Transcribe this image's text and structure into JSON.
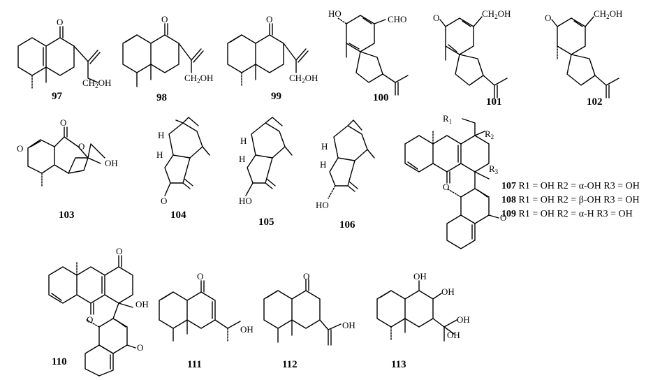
{
  "compounds": [
    {
      "number": "97"
    },
    {
      "number": "98"
    },
    {
      "number": "99"
    },
    {
      "number": "100"
    },
    {
      "number": "101"
    },
    {
      "number": "102"
    },
    {
      "number": "103"
    },
    {
      "number": "104"
    },
    {
      "number": "105"
    },
    {
      "number": "106"
    },
    {
      "number": "110"
    },
    {
      "number": "111"
    },
    {
      "number": "112"
    },
    {
      "number": "113"
    }
  ],
  "atom_labels": {
    "O": "O",
    "OH": "OH",
    "HO": "HO",
    "CH2": "CH",
    "two": "2",
    "CHO": "CHO",
    "H": "H",
    "R1": "R",
    "R2": "R",
    "R3": "R",
    "sub1": "1",
    "sub2": "2",
    "sub3": "3"
  },
  "legend": [
    {
      "number": "107",
      "text": "R1 = OH R2 = α-OH R3 = OH"
    },
    {
      "number": "108",
      "text": "R1 = OH R2 = β-OH R3 = OH"
    },
    {
      "number": "109",
      "text": "R1 = OH R2 = α-H  R3 = OH"
    }
  ]
}
